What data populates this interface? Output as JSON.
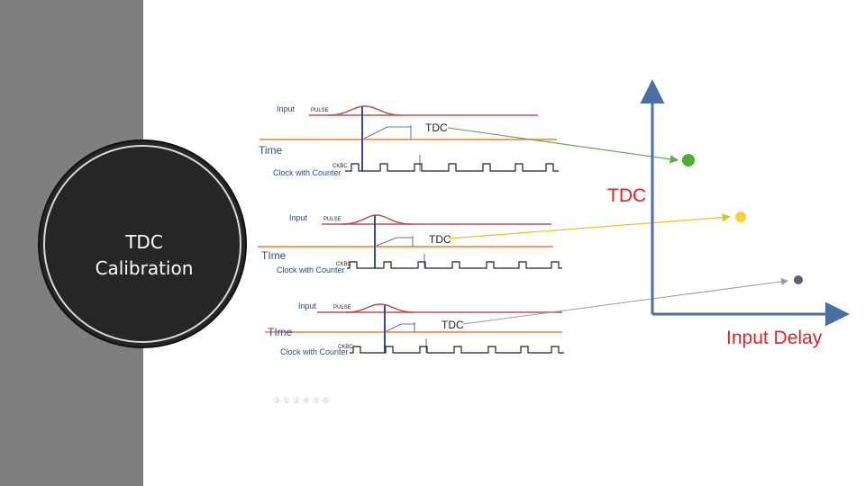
{
  "slide": {
    "title_line1": "TDC",
    "title_line2": "Calibration",
    "footer_glyphs": "③ ① ② ⑥ ⑤ ⊖"
  },
  "waveforms": [
    {
      "input_label": "Input",
      "pulse_label": "PULSE",
      "time_label": "Time",
      "tdc_label": "TDC",
      "clock_label": "Clock with Counter",
      "ckbc_label": "CKBC"
    },
    {
      "input_label": "Input",
      "pulse_label": "PULSE",
      "time_label": "TIme",
      "tdc_label": "TDC",
      "clock_label": "Clock with Counter",
      "ckbc_label": "CKBC"
    },
    {
      "input_label": "Input",
      "pulse_label": "PULSE",
      "time_label": "TIme",
      "tdc_label": "TDC",
      "clock_label": "Clock with Counter",
      "ckbc_label": "CKBC"
    }
  ],
  "plot": {
    "y_label": "TDC",
    "x_label": "Input Delay",
    "points": [
      {
        "name": "green-point",
        "color": "#4caf2f"
      },
      {
        "name": "yellow-point",
        "color": "#f2d33a"
      },
      {
        "name": "gray-point",
        "color": "#5a6170"
      }
    ]
  },
  "colors": {
    "axis": "#4a6fa5",
    "pulse_line": "#c0504d",
    "time_line": "#ed7d31",
    "marker": "#2f4f8f",
    "arrow_green": "#6aa84f",
    "arrow_yellow": "#e6c229",
    "arrow_gray": "#9a9a9a"
  }
}
